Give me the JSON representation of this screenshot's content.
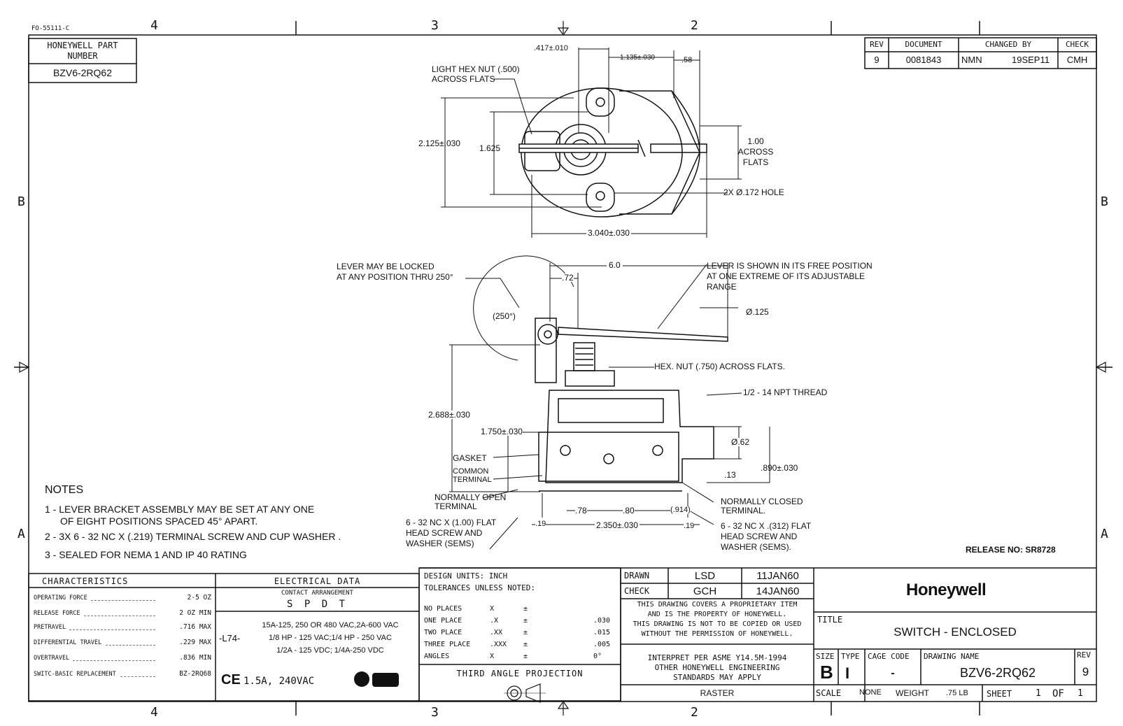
{
  "form_id": "FO-55111-C",
  "zones": {
    "top": [
      "4",
      "3",
      "2"
    ],
    "bottom": [
      "4",
      "3",
      "2"
    ],
    "side": [
      "B",
      "A"
    ]
  },
  "part_block": {
    "title": "HONEYWELL PART NUMBER",
    "number": "BZV6-2RQ62"
  },
  "rev_block": {
    "headers": [
      "REV",
      "DOCUMENT",
      "CHANGED BY",
      "CHECK"
    ],
    "rev": "9",
    "document": "0081843",
    "changed_by": "NMN",
    "date": "19SEP11",
    "check": "CMH"
  },
  "top_view": {
    "hex_nut": "LIGHT HEX NUT (.500) ACROSS FLATS",
    "dim_417": ".417±.010",
    "dim_1135": "1.135±.030",
    "dim_58": ".58",
    "dim_2125": "2.125±.030",
    "dim_1625": "1.625",
    "across_flats": [
      "1.00",
      "ACROSS",
      "FLATS"
    ],
    "hole": "2X Ø.172 HOLE",
    "dim_3040": "3.040±.030"
  },
  "side_view": {
    "lever_locked": [
      "LEVER MAY BE LOCKED",
      "AT ANY POSITION THRU 250°"
    ],
    "angle": "(250°)",
    "dim_72": ".72",
    "dim_60": "6.0",
    "lever_free": [
      "LEVER IS SHOWN IN ITS FREE POSITION",
      "AT ONE EXTREME OF ITS ADJUSTABLE",
      "RANGE"
    ],
    "dia_125": "Ø.125",
    "hex_nut": "HEX. NUT (.750) ACROSS FLATS.",
    "npt": "1/2 - 14 NPT   THREAD",
    "dim_2688": "2.688±.030",
    "dim_1750": "1.750±.030",
    "dia_62": "Ø.62",
    "gasket": "GASKET",
    "common": [
      "COMMON",
      "TERMINAL"
    ],
    "dim_13": ".13",
    "dim_890": ".890±.030",
    "no_terminal": [
      "NORMALLY OPEN",
      "TERMINAL"
    ],
    "nc_terminal": [
      "NORMALLY CLOSED",
      "TERMINAL."
    ],
    "dim_78": ".78",
    "dim_80": ".80",
    "dim_914": "(.914)",
    "dim_19a": ".19",
    "dim_2350": "2.350±.030",
    "dim_19b": ".19",
    "screw_left": [
      "6 - 32 NC X (1.00) FLAT",
      "HEAD SCREW AND",
      "WASHER (SEMS)"
    ],
    "screw_right": [
      "6 - 32 NC X .(312) FLAT",
      "HEAD SCREW AND",
      "WASHER (SEMS)."
    ]
  },
  "notes": {
    "title": "NOTES",
    "items": [
      "1 - LEVER BRACKET ASSEMBLY MAY BE SET  AT ANY ONE",
      "OF EIGHT POSITIONS SPACED 45° APART.",
      "2 - 3X  6 - 32 NC X (.219) TERMINAL SCREW AND CUP WASHER .",
      "3 - SEALED FOR NEMA 1 AND IP 40 RATING"
    ]
  },
  "release": "RELEASE NO: SR8728",
  "characteristics": {
    "title": "CHARACTERISTICS",
    "rows": [
      {
        "label": "OPERATING FORCE",
        "value": "2-5 OZ"
      },
      {
        "label": "RELEASE FORCE",
        "value": "2 OZ MIN"
      },
      {
        "label": "PRETRAVEL",
        "value": ".716 MAX"
      },
      {
        "label": "DIFFERENTIAL TRAVEL",
        "value": ".229 MAX"
      },
      {
        "label": "OVERTRAVEL",
        "value": ".836 MIN"
      },
      {
        "label": "SWITC-BASIC REPLACEMENT",
        "value": "BZ-2RQ68"
      }
    ]
  },
  "electrical": {
    "title": "ELECTRICAL DATA",
    "contact_label": "CONTACT ARRANGEMENT",
    "contact": "S P D T",
    "code": "-L74-",
    "ratings": [
      "15A-125, 250 OR 480 VAC,2A-600 VAC",
      "1/8 HP - 125 VAC;1/4 HP - 250 VAC",
      "1/2A - 125 VDC; 1/4A-250 VDC"
    ],
    "ce": "CE",
    "ce_rating": "1.5A, 240VAC"
  },
  "tolerances": {
    "header1": "DESIGN UNITS:  INCH",
    "header2": "TOLERANCES UNLESS NOTED:",
    "rows": [
      {
        "label": "NO PLACES",
        "sym": "X",
        "pm": "±",
        "val": ""
      },
      {
        "label": "ONE PLACE",
        "sym": ".X",
        "pm": "±",
        "val": ".030"
      },
      {
        "label": "TWO PLACE",
        "sym": ".XX",
        "pm": "±",
        "val": ".015"
      },
      {
        "label": "THREE PLACE",
        "sym": ".XXX",
        "pm": "±",
        "val": ".005"
      },
      {
        "label": "ANGLES",
        "sym": "X",
        "pm": "±",
        "val": "0°"
      }
    ],
    "projection": "THIRD ANGLE PROJECTION"
  },
  "approval": {
    "drawn_label": "DRAWN",
    "drawn_by": "LSD",
    "drawn_date": "11JAN60",
    "check_label": "CHECK",
    "check_by": "GCH",
    "check_date": "14JAN60",
    "proprietary": [
      "THIS DRAWING COVERS A PROPRIETARY ITEM",
      "AND IS THE PROPERTY OF HONEYWELL.",
      "THIS DRAWING IS NOT TO BE COPIED OR USED",
      "WITHOUT THE PERMISSION OF HONEYWELL."
    ],
    "interpret": [
      "INTERPRET PER ASME Y14.5M-1994",
      "OTHER HONEYWELL ENGINEERING",
      "STANDARDS MAY APPLY"
    ],
    "raster": "RASTER"
  },
  "title_block": {
    "logo": "Honeywell",
    "title_label": "TITLE",
    "title": "SWITCH - ENCLOSED",
    "size_label": "SIZE",
    "size": "B",
    "type_label": "TYPE",
    "type": "I",
    "cage_label": "CAGE CODE",
    "cage": "-",
    "drawing_label": "DRAWING NAME",
    "drawing": "BZV6-2RQ62",
    "rev_label": "REV",
    "rev": "9",
    "scale_label": "SCALE",
    "scale": "NONE",
    "weight_label": "WEIGHT",
    "weight": ".75 LB",
    "sheet_label": "SHEET",
    "sheet": "1",
    "of_label": "OF",
    "of": "1"
  }
}
